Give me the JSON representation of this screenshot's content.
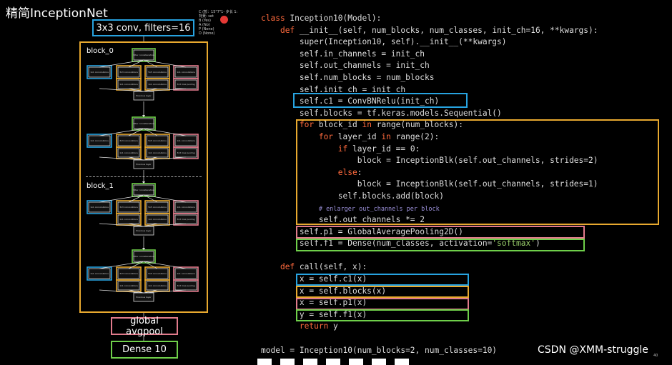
{
  "title": "精简InceptionNet",
  "overlay": {
    "lines": [
      "C (暂：15\"7\"1- 步长 1:",
      "背景: set",
      "B (Yes)",
      "A (No)",
      "P (None)",
      "D (None)"
    ]
  },
  "diagram": {
    "conv_label": "3x3  conv, filters=16",
    "block0_label": "block_0",
    "block1_label": "block_1",
    "gap_label": "global avgpool",
    "dense_label": "Dense 10",
    "mini_module": {
      "top": "Filter concatenation",
      "branches": [
        "1x1 convolutions",
        "3x3 convolutions",
        "5x5 convolutions",
        "1x1 convolutions"
      ],
      "second_row": [
        "1x1 convolutions",
        "1x1 convolutions",
        "3x3 max pooling"
      ],
      "bottom": "Previous layer"
    }
  },
  "code": {
    "lines": [
      [
        [
          "kw",
          "class "
        ],
        [
          "t",
          "Inception10(Model):"
        ]
      ],
      [
        [
          "t",
          "    "
        ],
        [
          "kw",
          "def "
        ],
        [
          "t",
          "__init__(self, num_blocks, num_classes, init_ch=16, **kwargs):"
        ]
      ],
      [
        [
          "t",
          "        super(Inception10, self).__init__(**kwargs)"
        ]
      ],
      [
        [
          "t",
          "        self.in_channels = init_ch"
        ]
      ],
      [
        [
          "t",
          "        self.out_channels = init_ch"
        ]
      ],
      [
        [
          "t",
          "        self.num_blocks = num_blocks"
        ]
      ],
      [
        [
          "t",
          "        self.init_ch = init_ch"
        ]
      ],
      [
        [
          "t",
          "        self.c1 = ConvBNRelu(init_ch)"
        ]
      ],
      [
        [
          "t",
          "        self.blocks = tf.keras.models.Sequential()"
        ]
      ],
      [
        [
          "t",
          "        "
        ],
        [
          "kw",
          "for "
        ],
        [
          "t",
          "block_id "
        ],
        [
          "kw",
          "in "
        ],
        [
          "t",
          "range(num_blocks):"
        ]
      ],
      [
        [
          "t",
          "            "
        ],
        [
          "kw",
          "for "
        ],
        [
          "t",
          "layer_id "
        ],
        [
          "kw",
          "in "
        ],
        [
          "t",
          "range(2):"
        ]
      ],
      [
        [
          "t",
          "                "
        ],
        [
          "kw",
          "if "
        ],
        [
          "t",
          "layer_id == 0:"
        ]
      ],
      [
        [
          "t",
          "                    block = InceptionBlk(self.out_channels, strides=2)"
        ]
      ],
      [
        [
          "t",
          "                "
        ],
        [
          "kw",
          "else"
        ],
        [
          "t",
          ":"
        ]
      ],
      [
        [
          "t",
          "                    block = InceptionBlk(self.out_channels, strides=1)"
        ]
      ],
      [
        [
          "t",
          "                self.blocks.add(block)"
        ]
      ],
      [
        [
          "t",
          "            "
        ],
        [
          "cm",
          "# enlarger out_channels per block"
        ]
      ],
      [
        [
          "t",
          "            self.out_channels *= 2"
        ]
      ],
      [
        [
          "t",
          "        self.p1 = GlobalAveragePooling2D()"
        ]
      ],
      [
        [
          "t",
          "        self.f1 = Dense(num_classes, activation="
        ],
        [
          "str",
          "'softmax'"
        ],
        [
          "t",
          ")"
        ]
      ],
      [
        [
          "t",
          ""
        ]
      ],
      [
        [
          "t",
          "    "
        ],
        [
          "kw",
          "def "
        ],
        [
          "t",
          "call(self, x):"
        ]
      ],
      [
        [
          "t",
          "        x = self.c1(x)"
        ]
      ],
      [
        [
          "t",
          "        x = self.blocks(x)"
        ]
      ],
      [
        [
          "t",
          "        x = self.p1(x)"
        ]
      ],
      [
        [
          "t",
          "        y = self.f1(x)"
        ]
      ],
      [
        [
          "t",
          "        "
        ],
        [
          "kw",
          "return "
        ],
        [
          "t",
          "y"
        ]
      ],
      [
        [
          "t",
          ""
        ]
      ],
      [
        [
          "t",
          "model = Inception10(num_blocks=2, num_classes=10)"
        ]
      ]
    ]
  },
  "colors": {
    "blue": "#27a3e0",
    "orange": "#e8a92f",
    "pink": "#e27b8c",
    "green": "#6fcf4a",
    "keyword": "#ff6a3d"
  },
  "watermark": "CSDN @XMM-struggle",
  "watermark_small": "40"
}
